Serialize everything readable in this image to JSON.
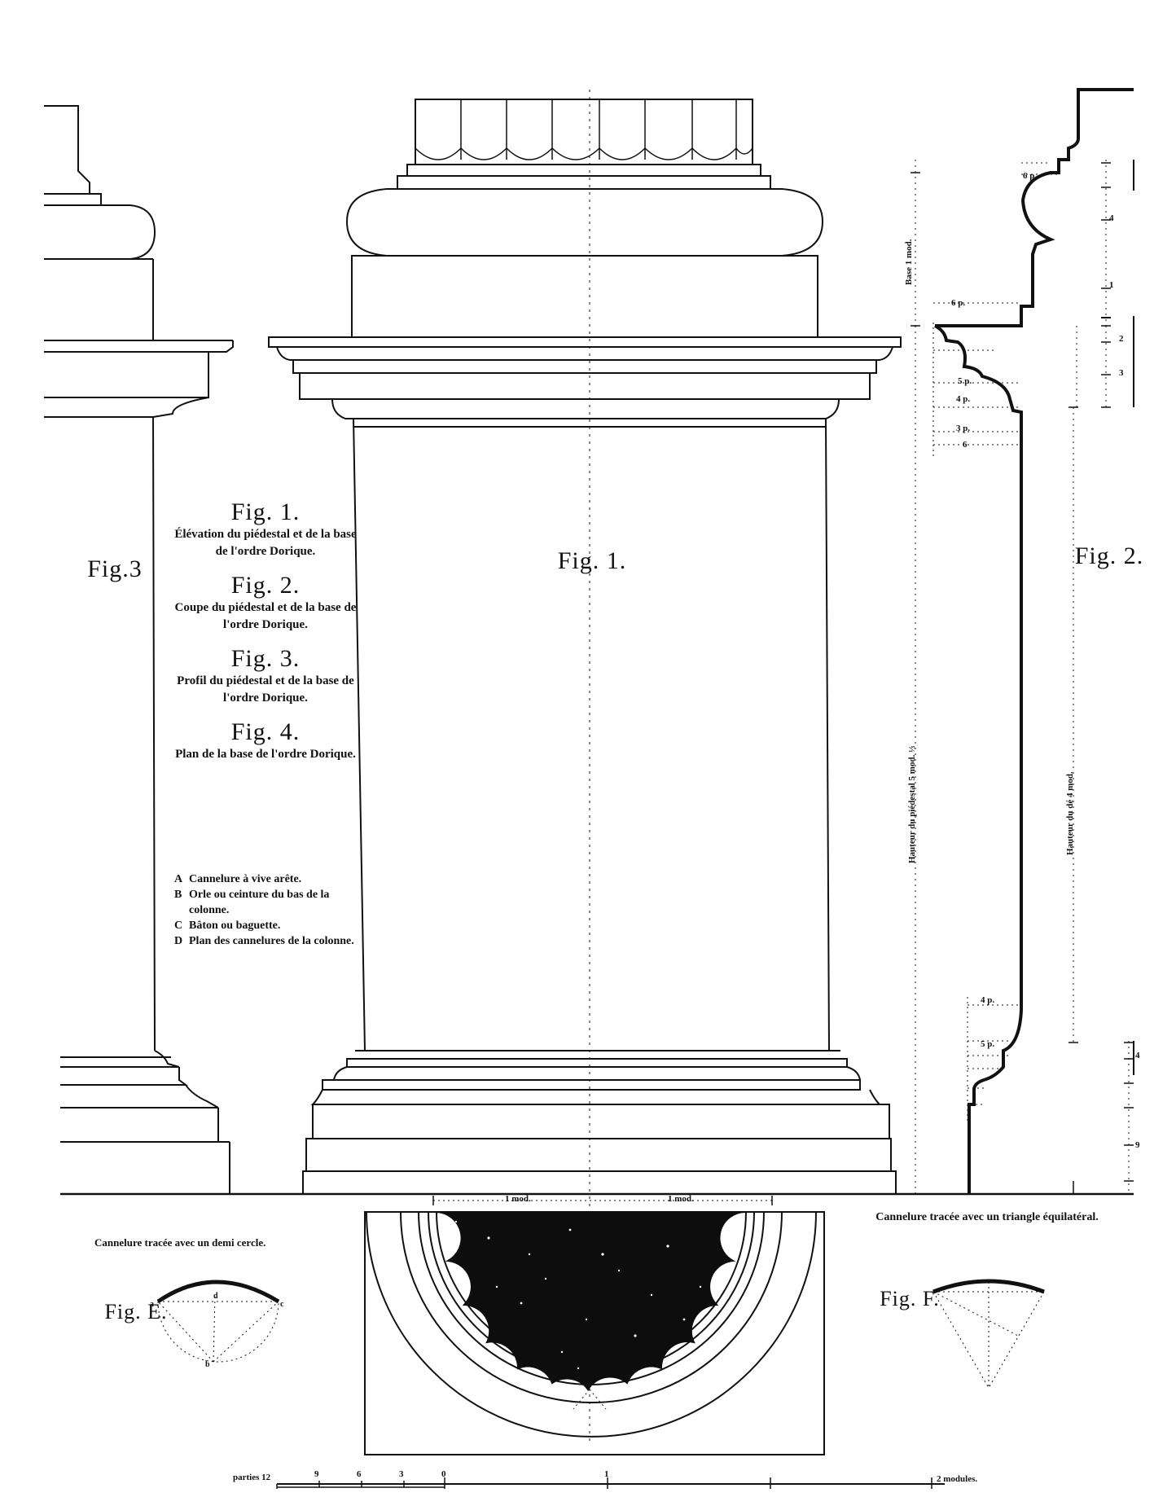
{
  "labels": {
    "fig3_side": "Fig.3",
    "fig1_center": "Fig. 1.",
    "fig2_side": "Fig. 2.",
    "fig_e": "Fig. E.",
    "fig_f": "Fig. F."
  },
  "captions": [
    {
      "title": "Fig. 1.",
      "text": "Élévation du piédestal et de la base de l'ordre Dorique."
    },
    {
      "title": "Fig. 2.",
      "text": "Coupe du piédestal et de la base de l'ordre Dorique."
    },
    {
      "title": "Fig. 3.",
      "text": "Profil du piédestal et de la base de l'ordre Dorique."
    },
    {
      "title": "Fig. 4.",
      "text": "Plan de la base de l'ordre Dorique."
    }
  ],
  "legend": [
    {
      "key": "A",
      "text": "Cannelure à vive arête."
    },
    {
      "key": "B",
      "text": "Orle ou ceinture du bas de la colonne."
    },
    {
      "key": "C",
      "text": "Bâton ou baguette."
    },
    {
      "key": "D",
      "text": "Plan des cannelures de la colonne."
    }
  ],
  "fluting_captions": {
    "semicircle": "Cannelure tracée avec un demi cercle.",
    "triangle": "Cannelure tracée avec un triangle équilatéral."
  },
  "vertical_dimensions": {
    "base": "Base 1 mod.",
    "pedestal_height": "Hauteur du piédestal 5 mod. ⅓",
    "die_height": "Hauteur du dé 4 mod."
  },
  "plan_dimensions": {
    "left": "1 mod.",
    "right": "1 mod."
  },
  "scale": {
    "left_label": "parties 12",
    "ticks": [
      "9",
      "6",
      "3",
      "0",
      "1"
    ],
    "right_label": "2 modules."
  },
  "profile_marks": [
    "6 p.",
    "5 p.",
    "4 p.",
    "3 p.",
    "6",
    "4",
    "1",
    "2",
    "3",
    "6 p.",
    "4 p.",
    "5 p.",
    "4",
    "9"
  ],
  "circle_letters": [
    "a",
    "d",
    "c",
    "b"
  ]
}
